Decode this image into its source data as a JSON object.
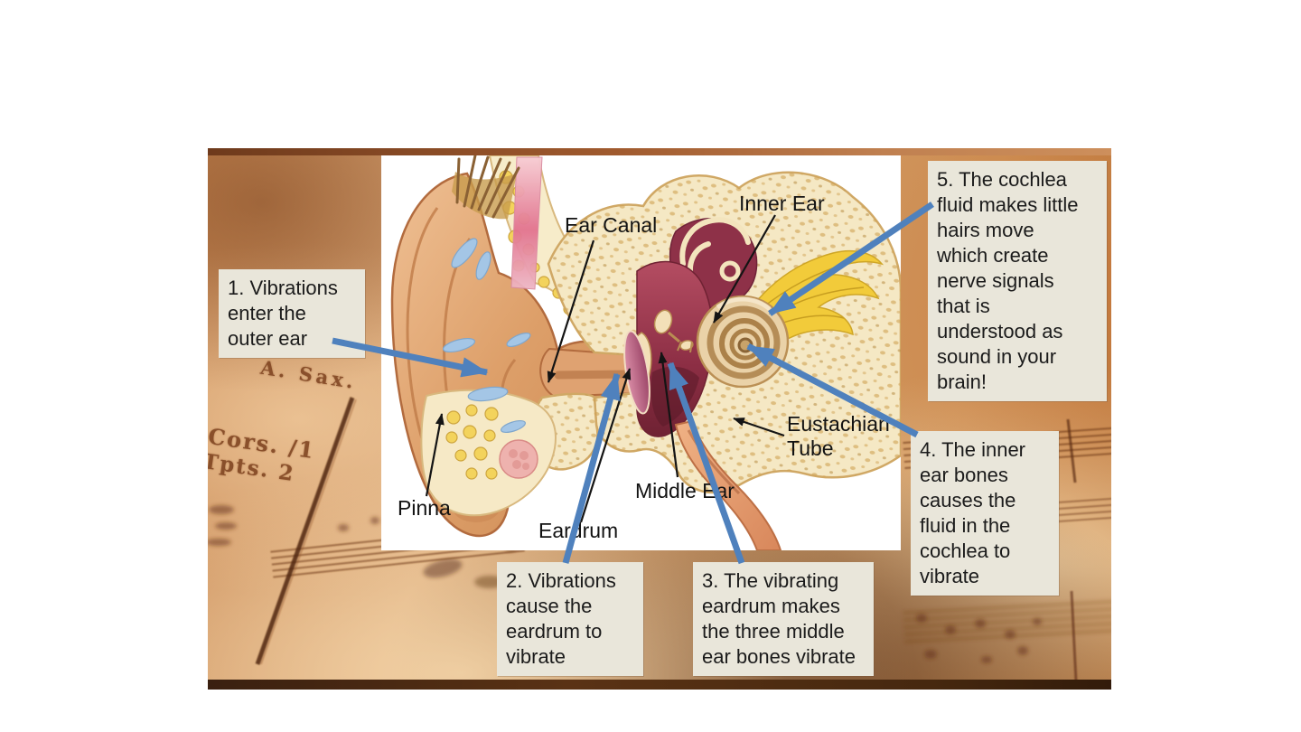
{
  "slide": {
    "callouts": [
      {
        "id": 1,
        "text": "1. Vibrations\nenter the\nouter ear"
      },
      {
        "id": 2,
        "text": "2. Vibrations\ncause the\neardrum to\nvibrate"
      },
      {
        "id": 3,
        "text": "3. The vibrating\neardrum makes\nthe three middle\near bones vibrate"
      },
      {
        "id": 4,
        "text": "4. The inner\near bones\ncauses the\nfluid in the\ncochlea to\nvibrate"
      },
      {
        "id": 5,
        "text": "5. The cochlea\nfluid makes little\nhairs move\nwhich create\nnerve signals\nthat is\nunderstood as\nsound in your\nbrain!"
      }
    ],
    "labels": {
      "ear_canal": "Ear Canal",
      "inner_ear": "Inner Ear",
      "eustachian_tube": "Eustachian\nTube",
      "middle_ear": "Middle Ear",
      "eardrum": "Eardrum",
      "pinna": "Pinna"
    },
    "background_text": {
      "sax": "A. Sax.",
      "cors": "Cors. /1",
      "tpts": "Tpts. 2"
    },
    "colors": {
      "arrow_blue": "#4f81bd",
      "label_arrow_black": "#141414",
      "callout_bg": "#e9e6da",
      "callout_text": "#1b1b1b",
      "photo_tan": "#d29a64",
      "panel_white": "#ffffff"
    }
  }
}
